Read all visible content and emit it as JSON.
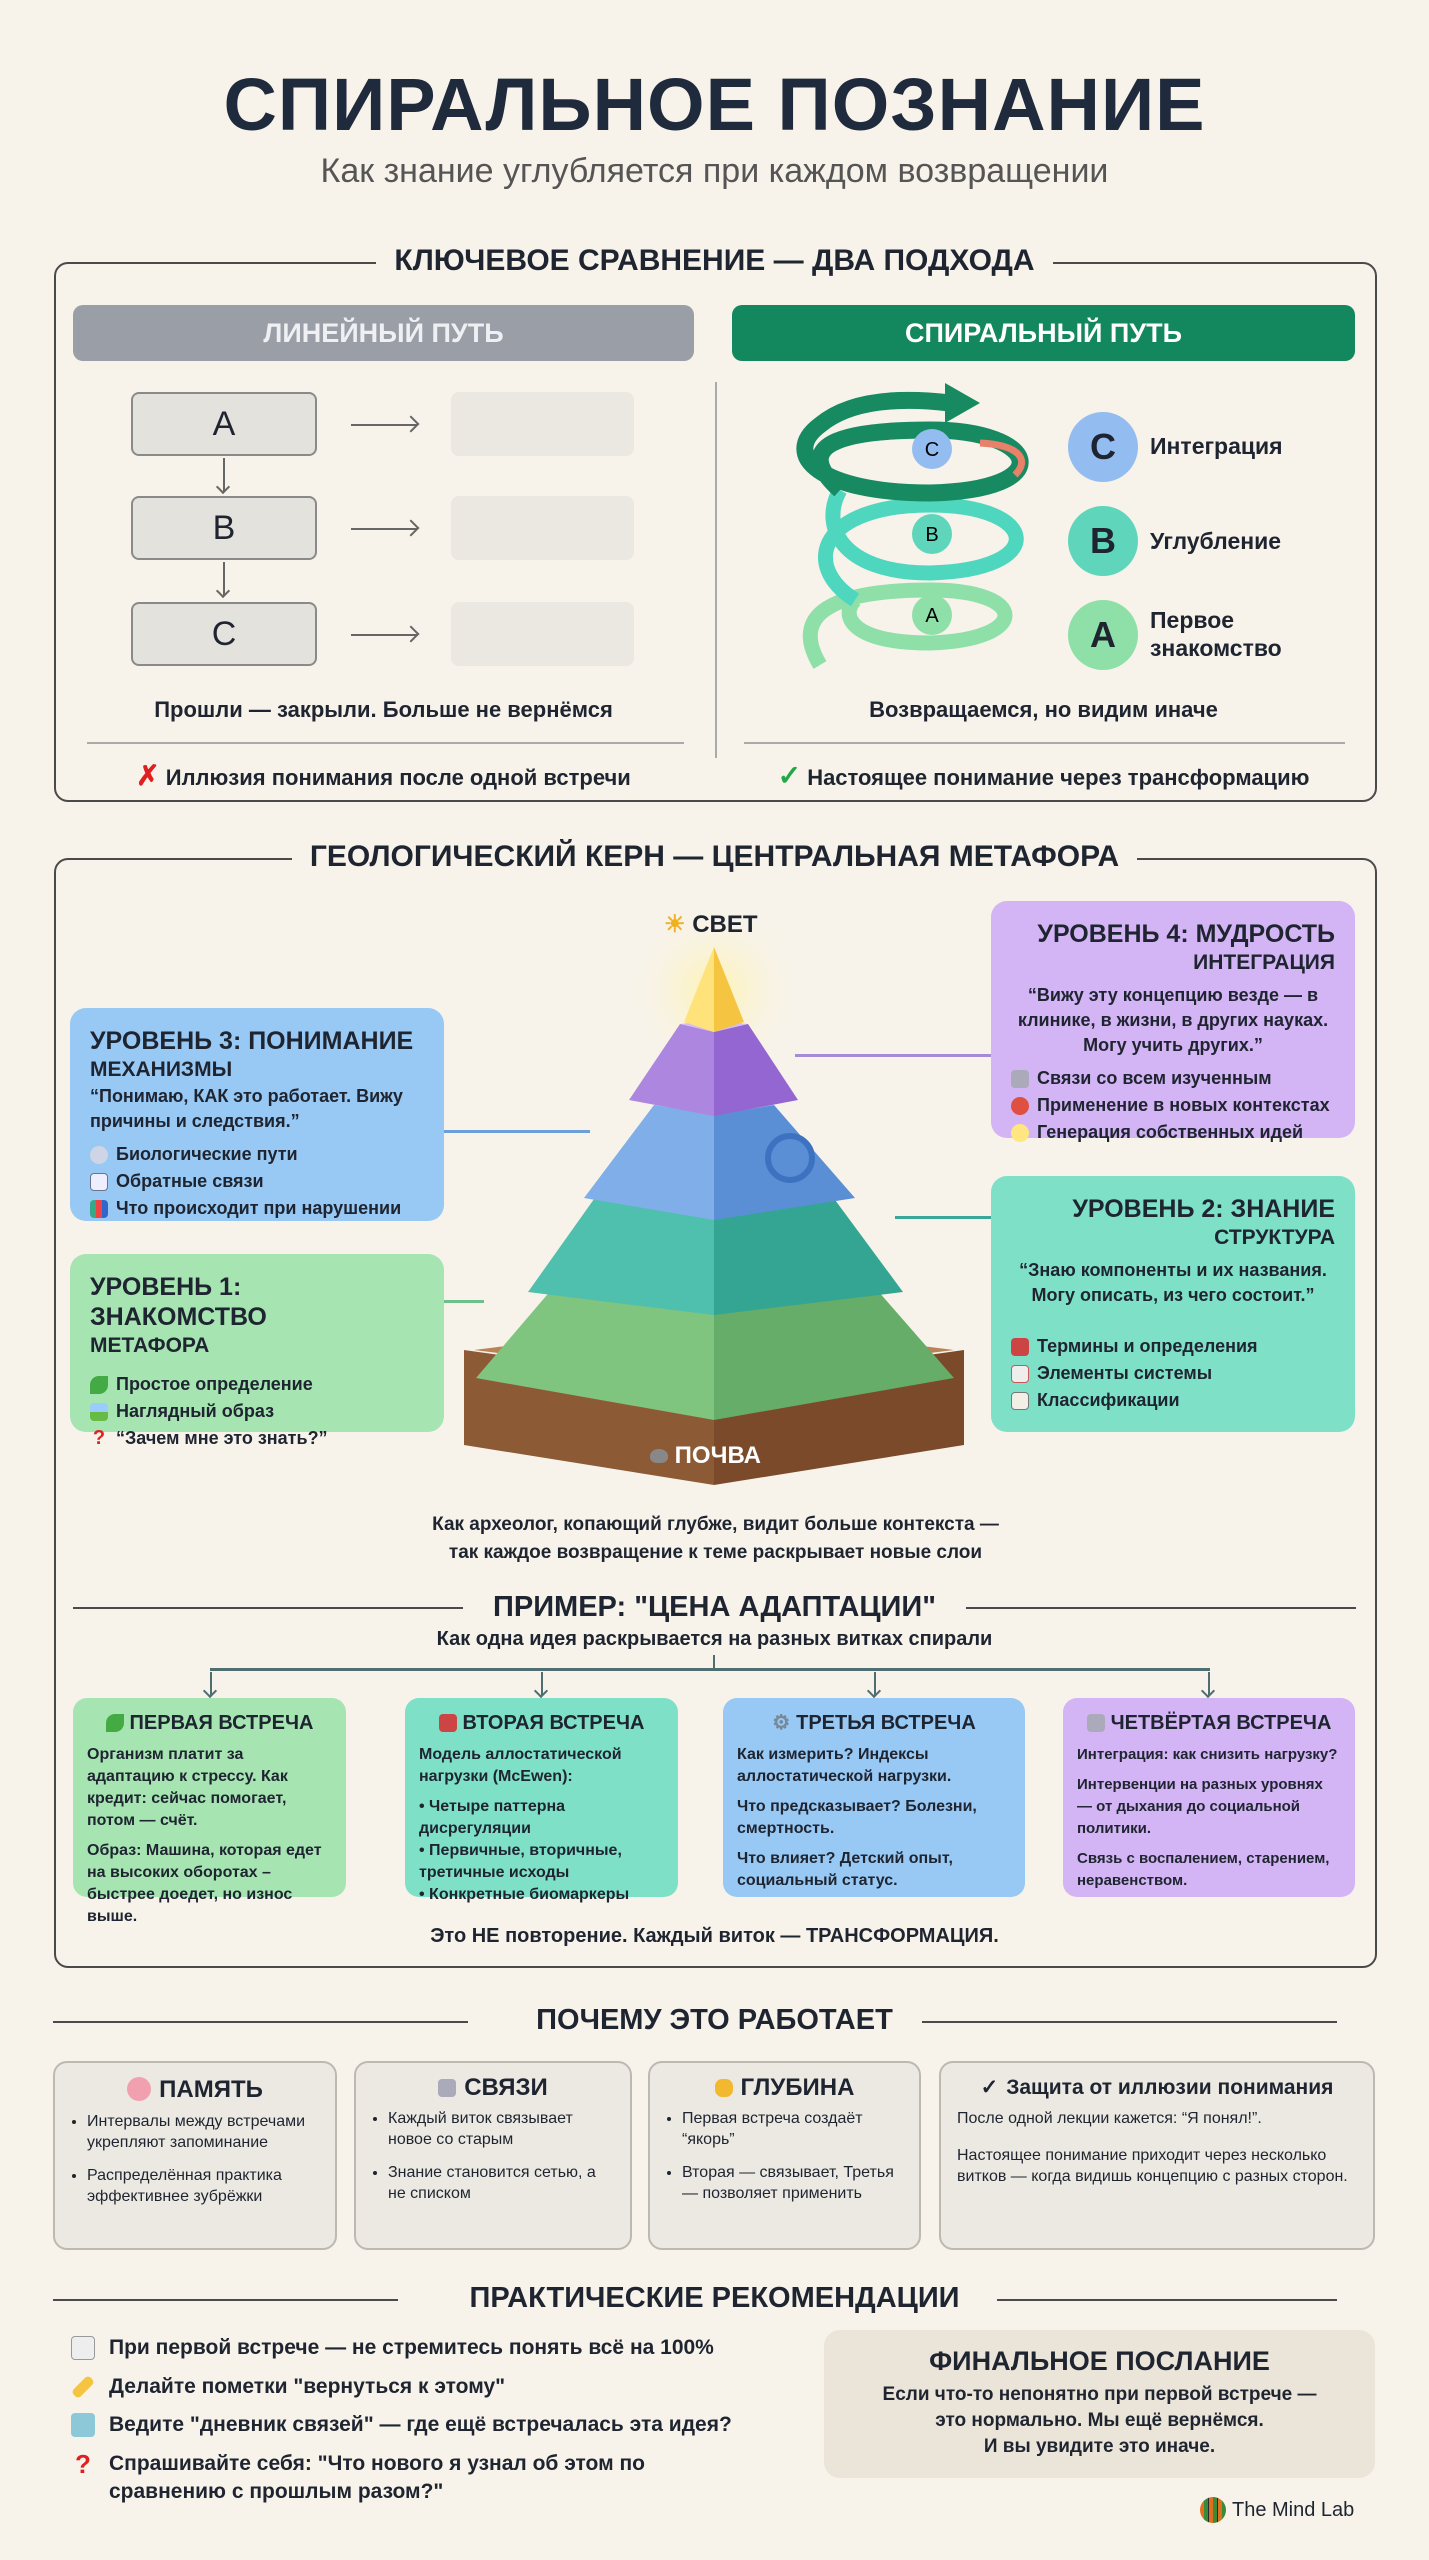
{
  "header": {
    "title": "СПИРАЛЬНОЕ ПОЗНАНИЕ",
    "subtitle": "Как знание углубляется при каждом возвращении"
  },
  "comparison": {
    "title": "КЛЮЧЕВОЕ СРАВНЕНИЕ — ДВА ПОДХОДА",
    "linear": {
      "label": "ЛИНЕЙНЫЙ ПУТЬ",
      "steps": [
        "A",
        "B",
        "C"
      ],
      "caption": "Прошли — закрыли. Больше не вернёмся",
      "verdict": "Иллюзия понимания после одной встречи",
      "verdict_icon": "✗"
    },
    "spiral": {
      "label": "СПИРАЛЬНЫЙ ПУТЬ",
      "stages": [
        {
          "letter": "C",
          "label": "Интеграция"
        },
        {
          "letter": "B",
          "label": "Углубление"
        },
        {
          "letter": "A",
          "label": "Первое знакомство"
        }
      ],
      "caption": "Возвращаемся, но видим иначе",
      "verdict": "Настоящее понимание через трансформацию",
      "verdict_icon": "✓"
    }
  },
  "metaphor": {
    "title": "ГЕОЛОГИЧЕСКИЙ КЕРН — ЦЕНТРАЛЬНАЯ МЕТАФОРА",
    "top_label": "СВЕТ",
    "bottom_label": "ПОЧВА",
    "levels": {
      "l4": {
        "title": "УРОВЕНЬ 4: МУДРОСТЬ",
        "subtitle": "ИНТЕГРАЦИЯ",
        "quote": "“Вижу эту концепцию везде — в клинике, в жизни, в других науках. Могу учить других.”",
        "items": [
          "Связи со всем изученным",
          "Применение в новых контекстах",
          "Генерация собственных идей"
        ]
      },
      "l3": {
        "title": "УРОВЕНЬ 3: ПОНИМАНИЕ",
        "subtitle": "МЕХАНИЗМЫ",
        "quote": "“Понимаю, КАК это работает. Вижу причины и следствия.”",
        "items": [
          "Биологические пути",
          "Обратные связи",
          "Что происходит при нарушении"
        ]
      },
      "l2": {
        "title": "УРОВЕНЬ 2: ЗНАНИЕ",
        "subtitle": "СТРУКТУРА",
        "quote": "“Знаю компоненты и их названия. Могу описать, из чего состоит.”",
        "items": [
          "Термины и определения",
          "Элементы системы",
          "Классификации"
        ]
      },
      "l1": {
        "title": "УРОВЕНЬ 1: ЗНАКОМСТВО",
        "subtitle": "МЕТАФОРА",
        "items": [
          "Простое определение",
          "Наглядный образ",
          "“Зачем мне это знать?”"
        ]
      }
    },
    "caption": [
      "Как археолог, копающий глубже, видит больше контекста —",
      "так каждое возвращение к теме раскрывает новые слои"
    ]
  },
  "example": {
    "title": "ПРИМЕР: \"ЦЕНА АДАПТАЦИИ\"",
    "subtitle": "Как одна идея раскрывается на разных витках спирали",
    "cards": [
      {
        "title": "ПЕРВАЯ ВСТРЕЧА",
        "paras": [
          "Организм платит за адаптацию к стрессу. Как кредит: сейчас помогает, потом — счёт.",
          "Образ: Машина, которая едет на высоких оборотах – быстрее доедет, но износ выше."
        ]
      },
      {
        "title": "ВТОРАЯ ВСТРЕЧА",
        "paras": [
          "Модель аллостатической нагрузки (McEwen):"
        ],
        "bullets": [
          "Четыре паттерна дисрегуляции",
          "Первичные, вторичные, третичные исходы",
          "Конкретные биомаркеры"
        ]
      },
      {
        "title": "ТРЕТЬЯ ВСТРЕЧА",
        "paras": [
          "Как измерить? Индексы аллостатической нагрузки.",
          "Что предсказывает? Болезни, смертность.",
          "Что влияет? Детский опыт, социальный статус."
        ]
      },
      {
        "title": "ЧЕТВЁРТАЯ ВСТРЕЧА",
        "paras": [
          "Интеграция: как снизить нагрузку?",
          "Интервенции на разных уровнях — от дыхания до социальной политики.",
          "Связь с воспалением, старением, неравенством."
        ]
      }
    ],
    "footer": "Это НЕ повторение. Каждый виток — ТРАНСФОРМАЦИЯ."
  },
  "why": {
    "title": "ПОЧЕМУ ЭТО РАБОТАЕТ",
    "cards": [
      {
        "title": "ПАМЯТЬ",
        "bullets": [
          "Интервалы между встречами укрепляют запоминание",
          "Распределённая практика эффективнее зубрёжки"
        ]
      },
      {
        "title": "СВЯЗИ",
        "bullets": [
          "Каждый виток связывает новое со старым",
          "Знание становится сетью, а не списком"
        ]
      },
      {
        "title": "ГЛУБИНА",
        "bullets": [
          "Первая встреча создаёт “якорь”",
          "Вторая — связывает, Третья — позволяет применить"
        ]
      },
      {
        "title": "Защита от иллюзии понимания",
        "icon": "✓",
        "paras": [
          "После одной лекции кажется: “Я понял!”.",
          "Настоящее понимание приходит через несколько витков — когда видишь концепцию с разных сторон."
        ]
      }
    ]
  },
  "recs": {
    "title": "ПРАКТИЧЕСКИЕ РЕКОМЕНДАЦИИ",
    "items": [
      "При первой встрече — не стремитесь понять всё на 100%",
      "Делайте пометки \"вернуться к этому\"",
      "Ведите \"дневник связей\" — где ещё встречалась эта идея?",
      "Спрашивайте себя: \"Что нового я узнал об этом по сравнению с прошлым разом?\""
    ]
  },
  "final": {
    "title": "ФИНАЛЬНОЕ ПОСЛАНИЕ",
    "lines": [
      "Если что-то непонятно при первой встрече —",
      "это нормально. Мы ещё вернёмся.",
      "И вы увидите это иначе."
    ]
  },
  "brand": "The Mind Lab",
  "colors": {
    "background": "#f7f3ea",
    "linear": "#9a9ea6",
    "spiral": "#13875e",
    "level1": "#a6e4b2",
    "level2": "#7fe0c8",
    "level3": "#98c8f4",
    "level4": "#d3b4f4",
    "error": "#e02020",
    "success": "#22a845"
  }
}
